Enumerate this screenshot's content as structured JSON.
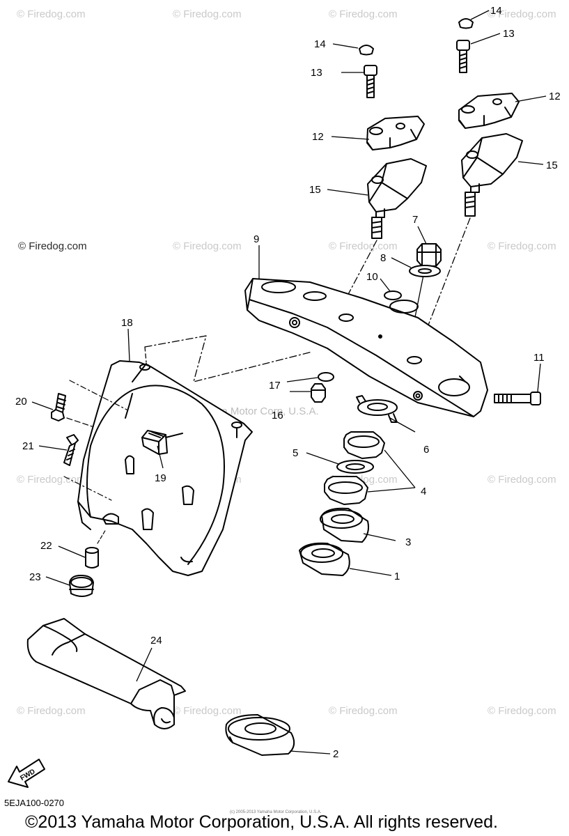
{
  "watermark": {
    "text": "© Firedog.com"
  },
  "center_watermark": "Yamaha Motor Corp, U.S.A.",
  "fwd_label": "FWD",
  "diagram_code": "5EJA100-0270",
  "tiny_copyright": "(c) 2005-2013 Yamaha Motor Corporation, U.S.A.",
  "copyright": "©2013 Yamaha Motor Corporation, U.S.A. All rights reserved.",
  "parts": [
    "1",
    "2",
    "3",
    "4",
    "5",
    "6",
    "7",
    "8",
    "9",
    "10",
    "11",
    "12",
    "13",
    "14",
    "15",
    "16",
    "17",
    "18",
    "19",
    "20",
    "21",
    "22",
    "23",
    "24"
  ],
  "callouts": {
    "c1": "1",
    "c2": "2",
    "c3": "3",
    "c4": "4",
    "c5": "5",
    "c6": "6",
    "c7": "7",
    "c8": "8",
    "c9": "9",
    "c10": "10",
    "c11": "11",
    "c12a": "12",
    "c12b": "12",
    "c13a": "13",
    "c13b": "13",
    "c14a": "14",
    "c14b": "14",
    "c15a": "15",
    "c15b": "15",
    "c16": "16",
    "c17": "17",
    "c18": "18",
    "c19": "19",
    "c20": "20",
    "c21": "21",
    "c22": "22",
    "c23": "23",
    "c24": "24"
  }
}
